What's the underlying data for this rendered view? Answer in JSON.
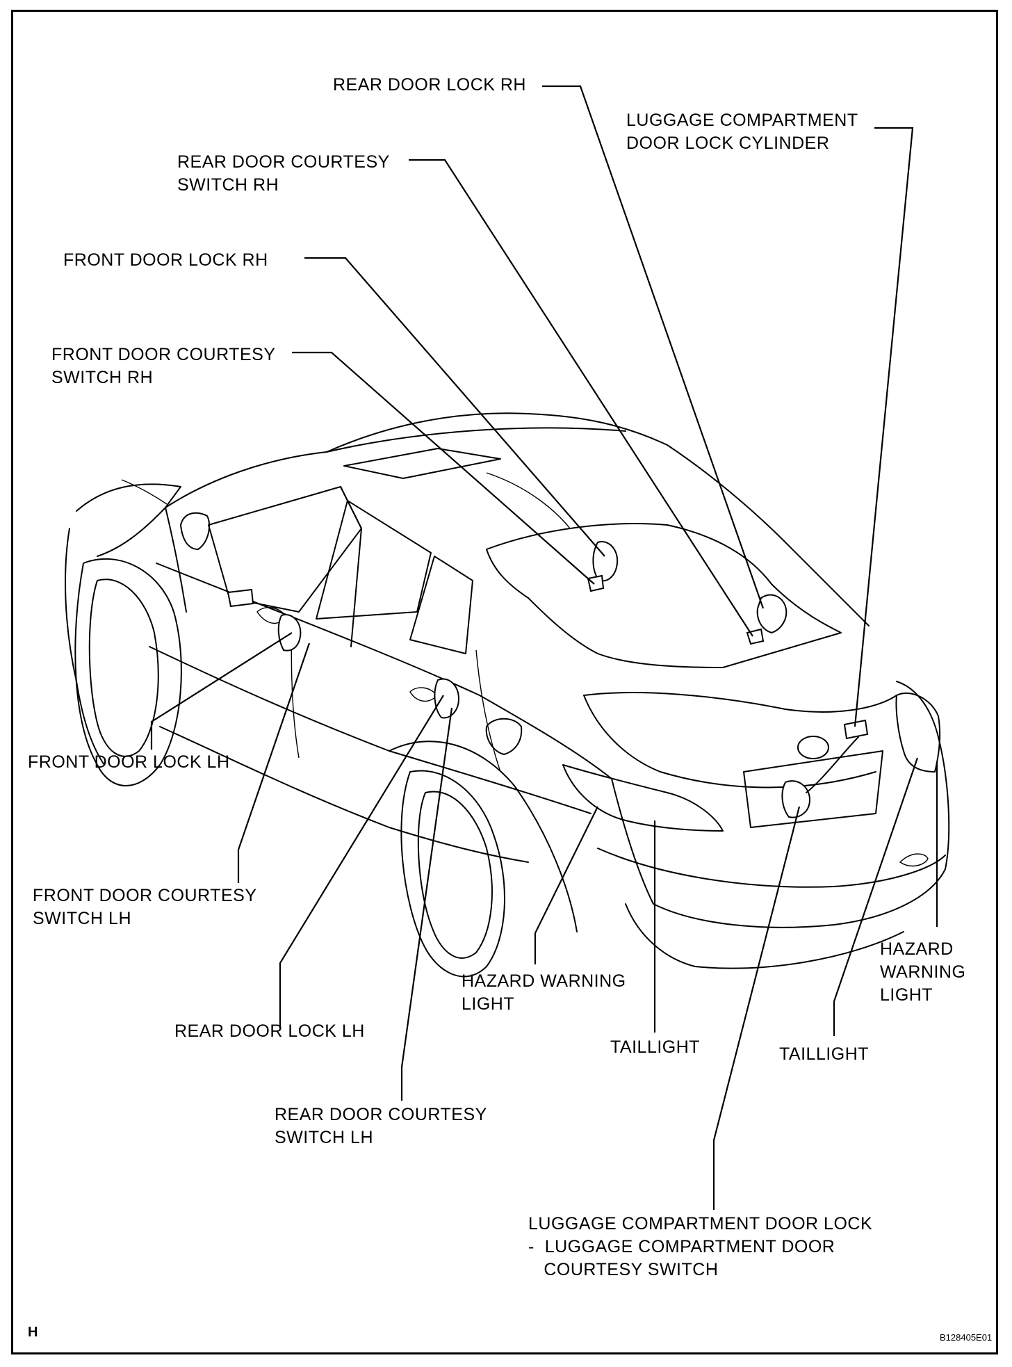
{
  "labels": {
    "rear_door_lock_rh": [
      "REAR DOOR LOCK RH"
    ],
    "luggage_lock_cylinder": [
      "LUGGAGE COMPARTMENT",
      "DOOR LOCK CYLINDER"
    ],
    "rear_door_courtesy_rh": [
      "REAR DOOR COURTESY",
      "SWITCH  RH"
    ],
    "front_door_lock_rh": [
      "FRONT DOOR LOCK  RH"
    ],
    "front_door_courtesy_rh": [
      "FRONT DOOR COURTESY",
      "SWITCH  RH"
    ],
    "front_door_lock_lh": [
      "FRONT DOOR LOCK LH"
    ],
    "front_door_courtesy_lh": [
      "FRONT DOOR COURTESY",
      "SWITCH  LH"
    ],
    "rear_door_lock_lh": [
      "REAR DOOR LOCK LH"
    ],
    "rear_door_courtesy_lh": [
      "REAR DOOR COURTESY",
      "SWITCH LH"
    ],
    "hazard_warning_light_left": [
      "HAZARD WARNING",
      "LIGHT"
    ],
    "taillight_left": [
      "TAILLIGHT"
    ],
    "taillight_right": [
      "TAILLIGHT"
    ],
    "hazard_warning_light_right": [
      "HAZARD",
      "WARNING",
      "LIGHT"
    ],
    "luggage_door_lock": [
      "LUGGAGE COMPARTMENT DOOR LOCK",
      "-  LUGGAGE COMPARTMENT DOOR",
      "   COURTESY SWITCH"
    ]
  },
  "corner_code": "H",
  "figure_id": "B128405E01"
}
